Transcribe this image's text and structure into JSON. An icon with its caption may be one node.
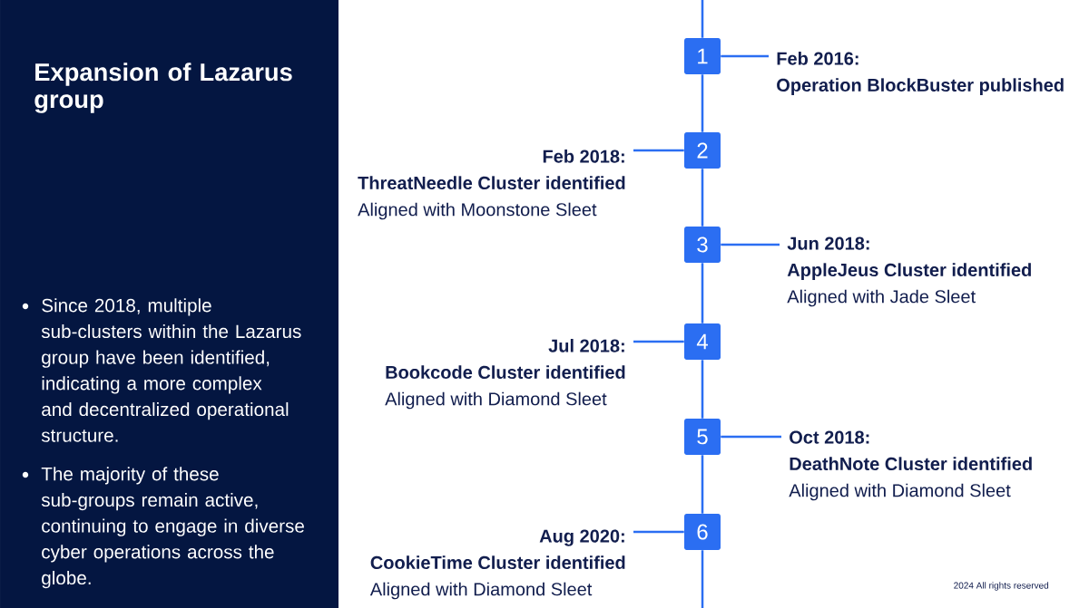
{
  "diagram": {
    "title": "Expansion of Lazarus group",
    "nodes": [
      {
        "text": [
          "1"
        ]
      },
      {
        "text": [
          "Feb 2016:",
          "Operation BlockBuster published"
        ]
      },
      {
        "text": [
          "2"
        ]
      },
      {
        "text": [
          "Feb 2018:",
          "ThreatNeedle Cluster identified",
          "Aligned with Moonstone Sleet"
        ]
      },
      {
        "text": [
          "3"
        ]
      },
      {
        "text": [
          "Jun 2018:",
          "AppleJeus Cluster identified",
          "Aligned with Jade Sleet"
        ]
      },
      {
        "text": [
          "4"
        ]
      },
      {
        "text": [
          "Jul 2018:",
          "Bookcode Cluster identified",
          "Aligned with Diamond Sleet"
        ]
      },
      {
        "text": [
          "5"
        ]
      },
      {
        "text": [
          "Oct 2018:",
          "DeathNote Cluster identified",
          "Aligned with Diamond Sleet"
        ]
      },
      {
        "text": [
          "6"
        ]
      },
      {
        "text": [
          "Aug 2020:",
          "CookieTime Cluster identified",
          "Aligned with Diamond Sleet"
        ]
      }
    ],
    "edges": [
      {
        "from": null,
        "to": 0,
        "arrow": "none"
      },
      {
        "from": 0,
        "to": 1,
        "arrow": "none"
      },
      {
        "from": 0,
        "to": 2,
        "arrow": "none"
      },
      {
        "from": 2,
        "to": 3,
        "arrow": "none"
      },
      {
        "from": 2,
        "to": 4,
        "arrow": "none"
      },
      {
        "from": 4,
        "to": 5,
        "arrow": "none"
      },
      {
        "from": 4,
        "to": 6,
        "arrow": "none"
      },
      {
        "from": 6,
        "to": 7,
        "arrow": "none"
      },
      {
        "from": 6,
        "to": 8,
        "arrow": "none"
      },
      {
        "from": 8,
        "to": 9,
        "arrow": "none"
      },
      {
        "from": 8,
        "to": 10,
        "arrow": "none"
      },
      {
        "from": 10,
        "to": 11,
        "arrow": "none"
      },
      {
        "from": 10,
        "to": null,
        "arrow": "none"
      }
    ],
    "labels": [
      "Since 2018, multiple sub-clusters within the Lazarus group have been identified, indicating a more complex and decentralized operational structure.",
      "The majority of these sub-groups remain active, continuing to engage in diverse cyber operations across the globe.",
      "2024 All rights reserved"
    ]
  }
}
